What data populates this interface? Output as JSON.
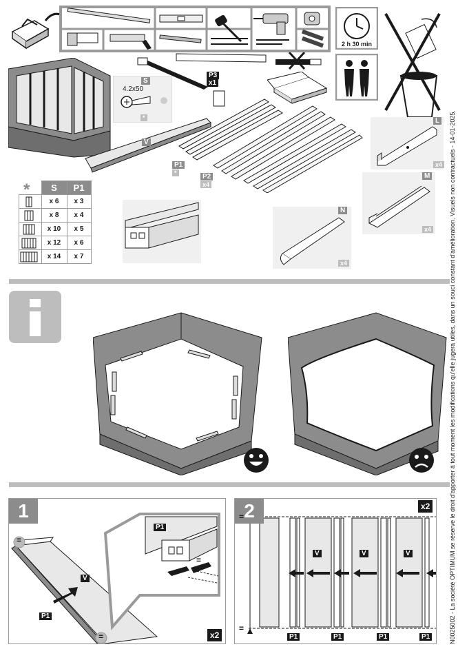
{
  "tools": {
    "duration": "2 h 30 min"
  },
  "parts": {
    "screw_label": "S",
    "screw_size": "4.2x50",
    "screw_star": "*",
    "glass_label": "V",
    "p1_label": "P1",
    "p1_star": "*",
    "p2_label": "P2",
    "p2_qty": "x4",
    "p3_label": "P3",
    "p3_qty": "x1",
    "l_label": "L",
    "l_qty": "x4",
    "m_label": "M",
    "m_qty": "x4",
    "n_label": "N",
    "n_qty": "x4"
  },
  "qty_table": {
    "star": "*",
    "headers": [
      "S",
      "P1"
    ],
    "rows": [
      {
        "s": "x 6",
        "p1": "x 3"
      },
      {
        "s": "x 8",
        "p1": "x 4"
      },
      {
        "s": "x 10",
        "p1": "x 5"
      },
      {
        "s": "x 12",
        "p1": "x 6"
      },
      {
        "s": "x 14",
        "p1": "x 7"
      }
    ]
  },
  "steps": {
    "step1": {
      "number": "1",
      "p1_label": "P1",
      "v_label": "V",
      "inset_p1": "P1",
      "eq": "=",
      "multiplier": "x2"
    },
    "step2": {
      "number": "2",
      "multiplier": "x2",
      "eq": "=",
      "v_label": "V",
      "bottom_labels": [
        "P1",
        "P1",
        "P1",
        "P1"
      ]
    }
  },
  "side_note": "N0025002 - La société OPTIMUM se réserve le droit d'apporter à tout moment les modifications qu'elle jugera utiles, dans un souci constant d'amélioration. Visuels non contractuels - 14-01-2025."
}
